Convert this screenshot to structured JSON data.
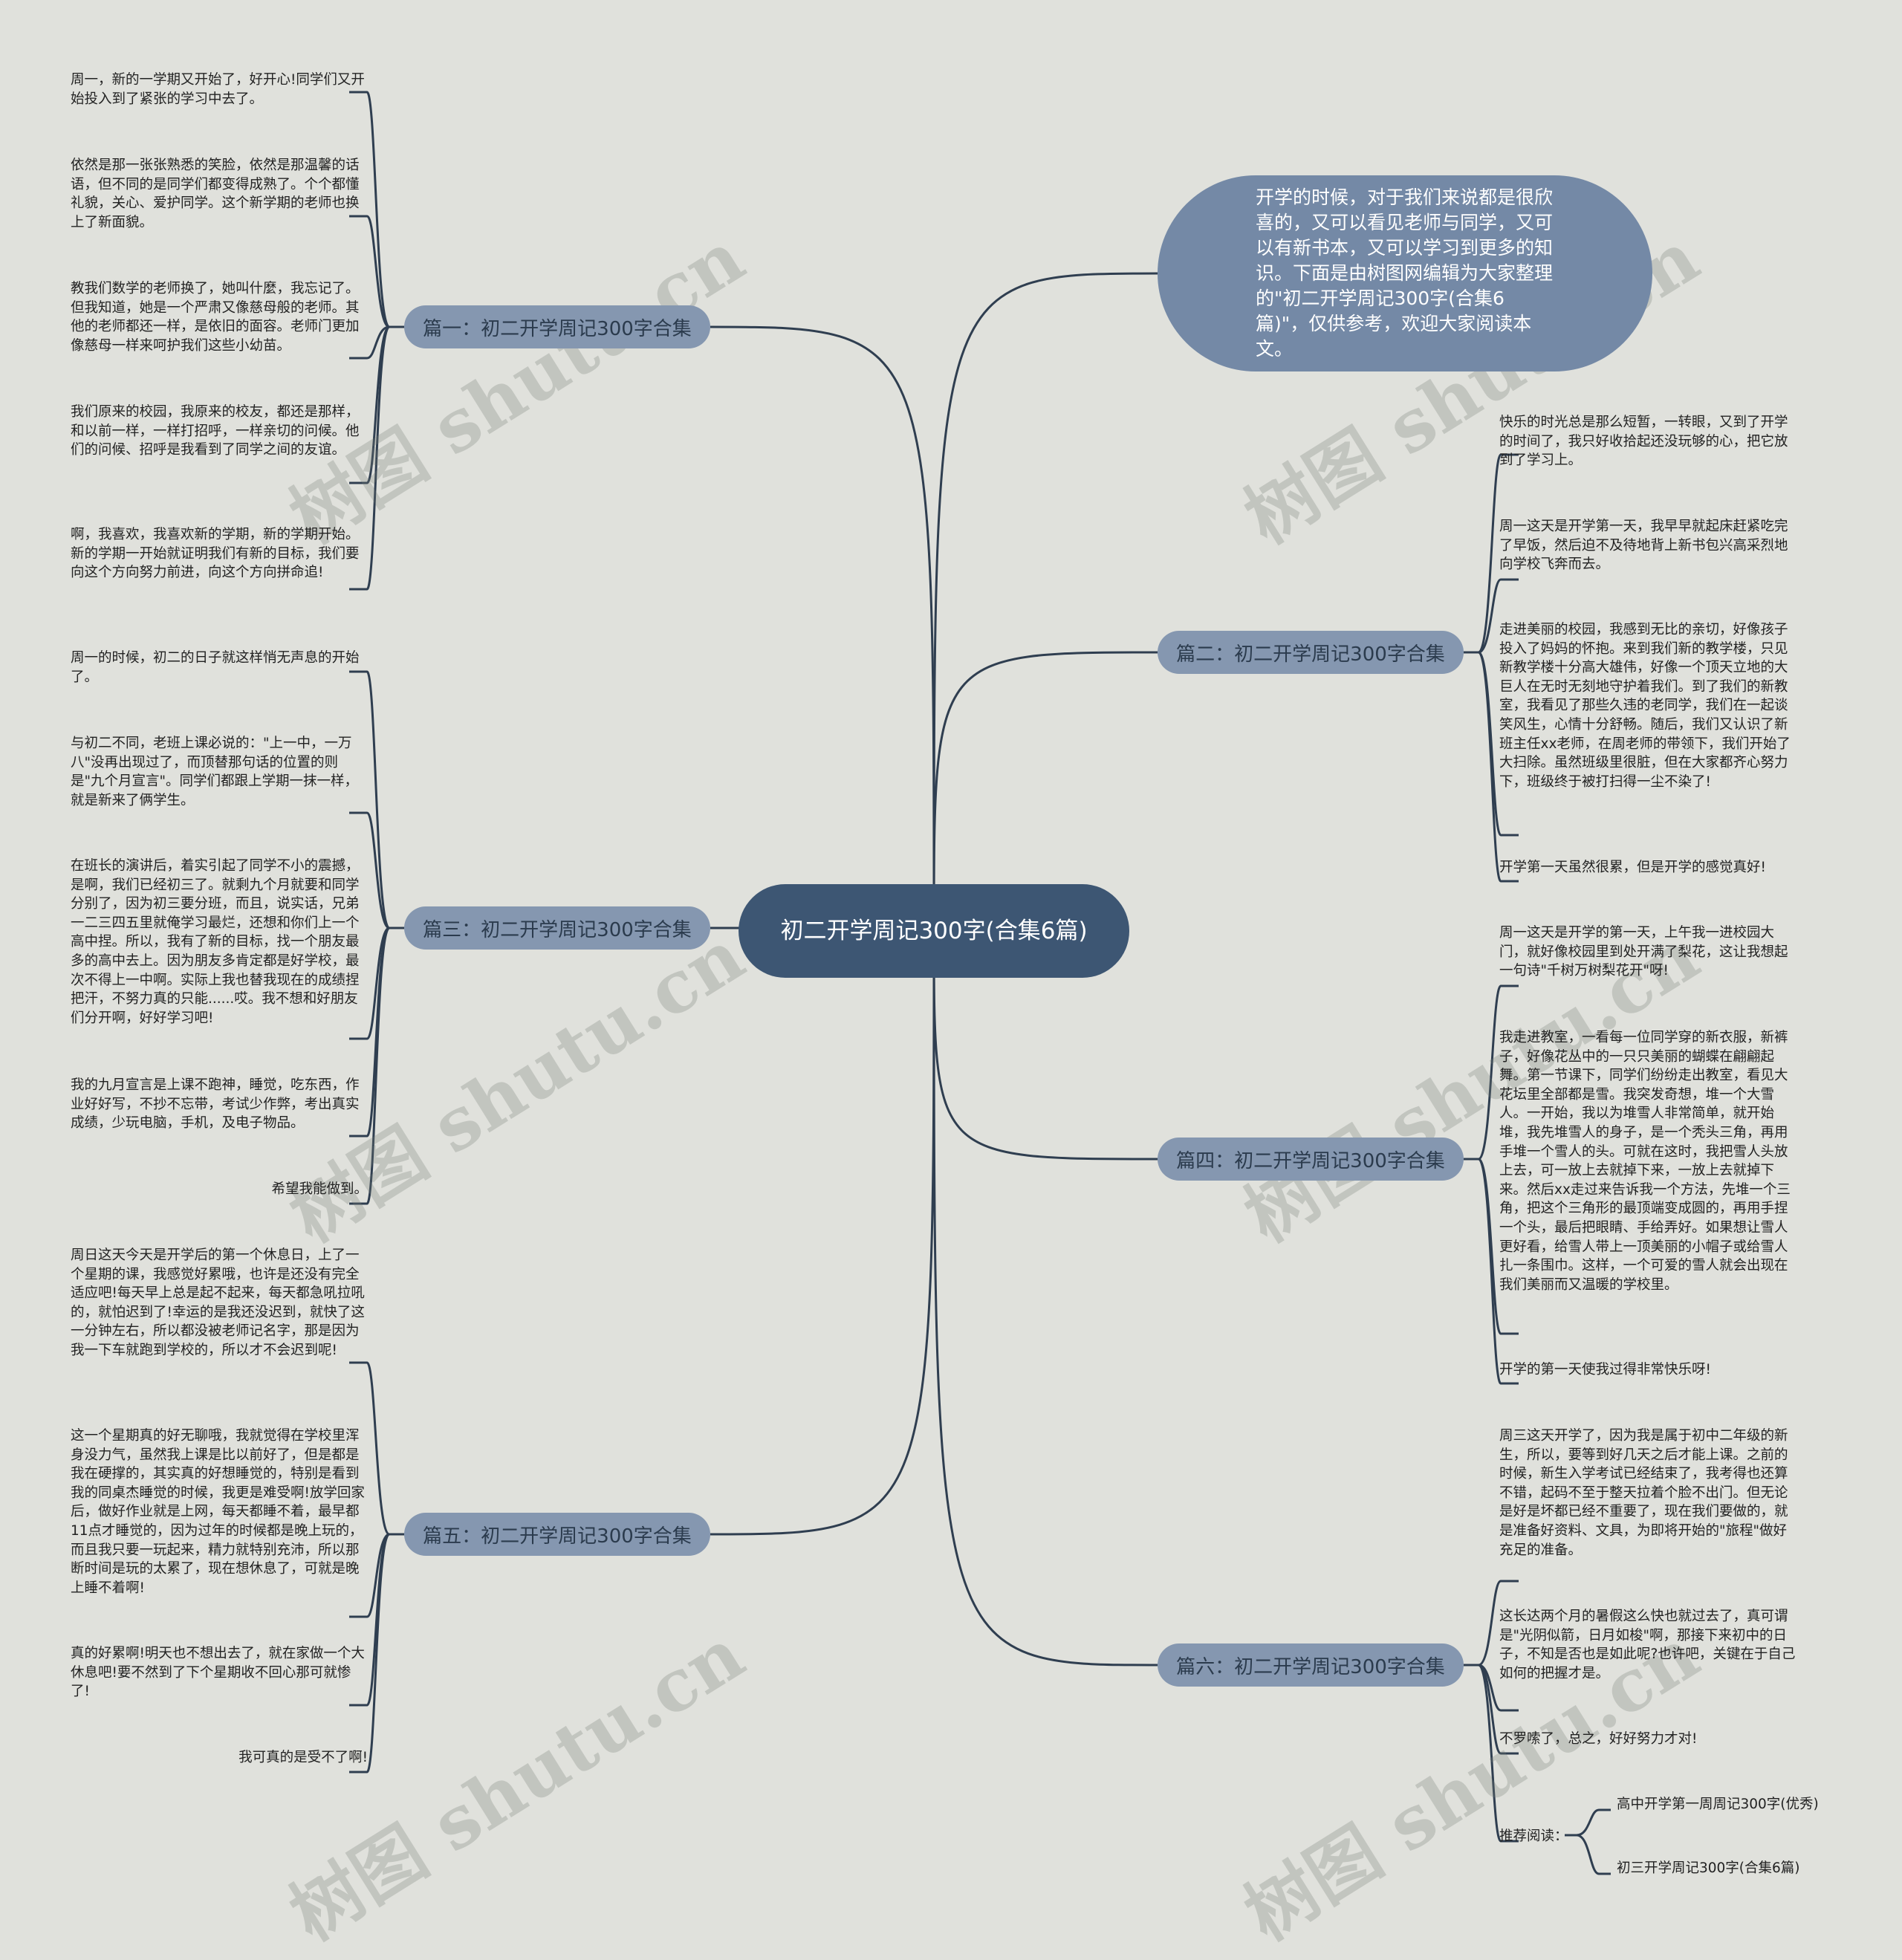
{
  "center": {
    "label": "初二开学周记300字(合集6篇)"
  },
  "intro": {
    "text": "开学的时候，对于我们来说都是很欣喜的，又可以看见老师与同学，又可以有新书本，又可以学习到更多的知识。下面是由树图网编辑为大家整理的\"初二开学周记300字(合集6篇)\"，仅供参考，欢迎大家阅读本文。"
  },
  "branches": [
    {
      "label": "篇一：初二开学周记300字合集",
      "leaves": [
        "周一，新的一学期又开始了，好开心!同学们又开始投入到了紧张的学习中去了。",
        "依然是那一张张熟悉的笑脸，依然是那温馨的话语，但不同的是同学们都变得成熟了。个个都懂礼貌，关心、爱护同学。这个新学期的老师也换上了新面貌。",
        "教我们数学的老师换了，她叫什麼，我忘记了。但我知道，她是一个严肃又像慈母般的老师。其他的老师都还一样，是依旧的面容。老师门更加像慈母一样来呵护我们这些小幼苗。",
        "我们原来的校园，我原来的校友，都还是那样，和以前一样，一样打招呼，一样亲切的问候。他们的问候、招呼是我看到了同学之间的友谊。",
        "啊，我喜欢，我喜欢新的学期，新的学期开始。新的学期一开始就证明我们有新的目标，我们要向这个方向努力前进，向这个方向拼命追!"
      ]
    },
    {
      "label": "篇二：初二开学周记300字合集",
      "leaves": [
        "快乐的时光总是那么短暂，一转眼，又到了开学的时间了，我只好收拾起还没玩够的心，把它放到了学习上。",
        "周一这天是开学第一天，我早早就起床赶紧吃完了早饭，然后迫不及待地背上新书包兴高采烈地向学校飞奔而去。",
        "走进美丽的校园，我感到无比的亲切，好像孩子投入了妈妈的怀抱。来到我们新的教学楼，只见新教学楼十分高大雄伟，好像一个顶天立地的大巨人在无时无刻地守护着我们。到了我们的新教室，我看见了那些久违的老同学，我们在一起谈笑风生，心情十分舒畅。随后，我们又认识了新班主任xx老师，在周老师的带领下，我们开始了大扫除。虽然班级里很脏，但在大家都齐心努力下，班级终于被打扫得一尘不染了!",
        "开学第一天虽然很累，但是开学的感觉真好!"
      ]
    },
    {
      "label": "篇三：初二开学周记300字合集",
      "leaves": [
        "周一的时候，初二的日子就这样悄无声息的开始了。",
        "与初二不同，老班上课必说的：\"上一中，一万八\"没再出现过了，而顶替那句话的位置的则是\"九个月宣言\"。同学们都跟上学期一抹一样，就是新来了俩学生。",
        "在班长的演讲后，着实引起了同学不小的震撼，是啊，我们已经初三了。就剩九个月就要和同学分别了，因为初三要分班，而且，说实话，兄弟一二三四五里就俺学习最烂，还想和你们上一个高中捏。所以，我有了新的目标，找一个朋友最多的高中去上。因为朋友多肯定都是好学校，最次不得上一中啊。实际上我也替我现在的成绩捏把汗，不努力真的只能......哎。我不想和好朋友们分开啊，好好学习吧!",
        "我的九月宣言是上课不跑神，睡觉，吃东西，作业好好写，不抄不忘带，考试少作弊，考出真实成绩，少玩电脑，手机，及电子物品。",
        "希望我能做到。"
      ]
    },
    {
      "label": "篇四：初二开学周记300字合集",
      "leaves": [
        "周一这天是开学的第一天，上午我一进校园大门，就好像校园里到处开满了梨花，这让我想起一句诗\"千树万树梨花开\"呀!",
        "我走进教室，一看每一位同学穿的新衣服，新裤子，好像花丛中的一只只美丽的蝴蝶在翩翩起舞。第一节课下，同学们纷纷走出教室，看见大花坛里全部都是雪。我突发奇想，堆一个大雪人。一开始，我以为堆雪人非常简单，就开始堆，我先堆雪人的身子，是一个秃头三角，再用手堆一个雪人的头。可就在这时，我把雪人头放上去，可一放上去就掉下来，一放上去就掉下来。然后xx走过来告诉我一个方法，先堆一个三角，把这个三角形的最顶端变成圆的，再用手捏一个头，最后把眼睛、手给弄好。如果想让雪人更好看，给雪人带上一顶美丽的小帽子或给雪人扎一条围巾。这样，一个可爱的雪人就会出现在我们美丽而又温暖的学校里。",
        "开学的第一天使我过得非常快乐呀!"
      ]
    },
    {
      "label": "篇五：初二开学周记300字合集",
      "leaves": [
        "周日这天今天是开学后的第一个休息日，上了一个星期的课，我感觉好累哦，也许是还没有完全适应吧!每天早上总是起不起来，每天都急吼拉吼的，就怕迟到了!幸运的是我还没迟到，就快了这一分钟左右，所以都没被老师记名字，那是因为我一下车就跑到学校的，所以才不会迟到呢!",
        "这一个星期真的好无聊哦，我就觉得在学校里浑身没力气，虽然我上课是比以前好了，但是都是我在硬撑的，其实真的好想睡觉的，特别是看到我的同桌杰睡觉的时候，我更是难受啊!放学回家后，做好作业就是上网，每天都睡不着，最早都11点才睡觉的，因为过年的时候都是晚上玩的，而且我只要一玩起来，精力就特别充沛，所以那断时间是玩的太累了，现在想休息了，可就是晚上睡不着啊!",
        "真的好累啊!明天也不想出去了，就在家做一个大休息吧!要不然到了下个星期收不回心那可就惨了!",
        "我可真的是受不了啊!"
      ]
    },
    {
      "label": "篇六：初二开学周记300字合集",
      "leaves": [
        "周三这天开学了，因为我是属于初中二年级的新生，所以，要等到好几天之后才能上课。之前的时候，新生入学考试已经结束了，我考得也还算不错，起码不至于整天拉着个脸不出门。但无论是好是坏都已经不重要了，现在我们要做的，就是准备好资料、文具，为即将开始的\"旅程\"做好充足的准备。",
        "这长达两个月的暑假这么快也就过去了，真可谓是\"光阴似箭，日月如梭\"啊，那接下来初中的日子，不知是否也是如此呢?也许吧，关键在于自己如何的把握才是。",
        "不罗嗦了，总之，好好努力才对!",
        "推荐阅读："
      ],
      "recommended": [
        "高中开学第一周周记300字(优秀)",
        "初三开学周记300字(合集6篇)"
      ]
    }
  ],
  "watermark": {
    "text": "树图 shutu.cn"
  },
  "colors": {
    "background": "#e0e1dc",
    "root": "#3d5673",
    "intro": "#7489a6",
    "branch": "#8597b0",
    "line": "#2f3e50"
  }
}
